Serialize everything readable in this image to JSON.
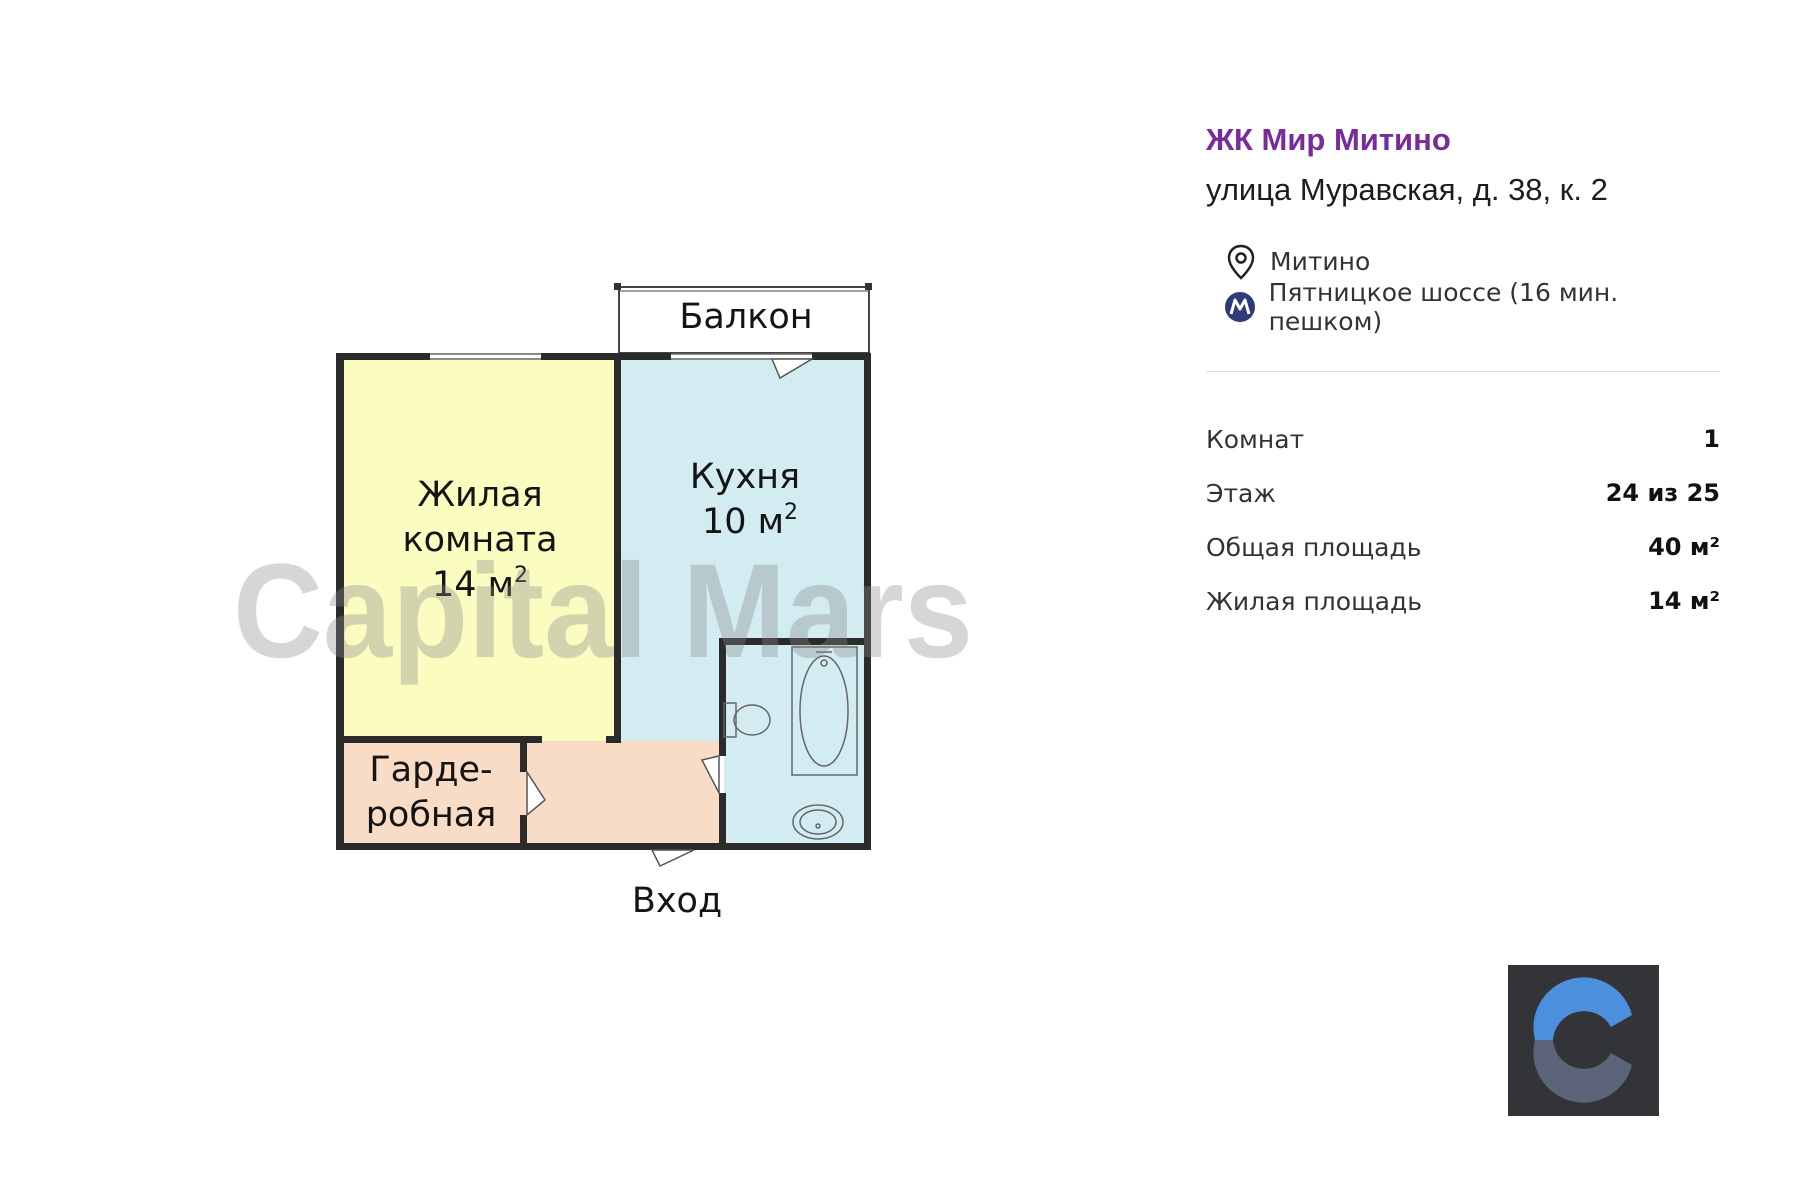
{
  "plan": {
    "watermark": "Capital Mars",
    "rooms": {
      "living": {
        "name_line1": "Жилая",
        "name_line2": "комната",
        "area_num": "14 м",
        "area_sup": "2"
      },
      "kitchen": {
        "name": "Кухня",
        "area_num": "10 м",
        "area_sup": "2"
      },
      "balcony": {
        "name": "Балкон"
      },
      "wardrobe": {
        "name_line1": "Гарде-",
        "name_line2": "робная"
      }
    },
    "entrance": "Вход",
    "colors": {
      "living": "#fbfcc0",
      "kitchen": "#d2ecf2",
      "hall": "#f8dcc6",
      "bathroom": "#d2ecf2",
      "wall": "#2b2b2b"
    }
  },
  "info": {
    "complex_name": "ЖК Мир Митино",
    "address": "улица Муравская, д. 38, к. 2",
    "district": "Митино",
    "metro": "Пятницкое шоссе (16 мин. пешком)",
    "facts": [
      {
        "label": "Комнат",
        "value": "1"
      },
      {
        "label": "Этаж",
        "value": "24 из 25"
      },
      {
        "label": "Общая площадь",
        "value": "40 м²"
      },
      {
        "label": "Жилая площадь",
        "value": "14 м²"
      }
    ],
    "accent_color": "#7a2b9a"
  },
  "icons": {
    "location": "location-pin-icon",
    "metro": "metro-icon",
    "logo": "capital-mars-logo"
  }
}
